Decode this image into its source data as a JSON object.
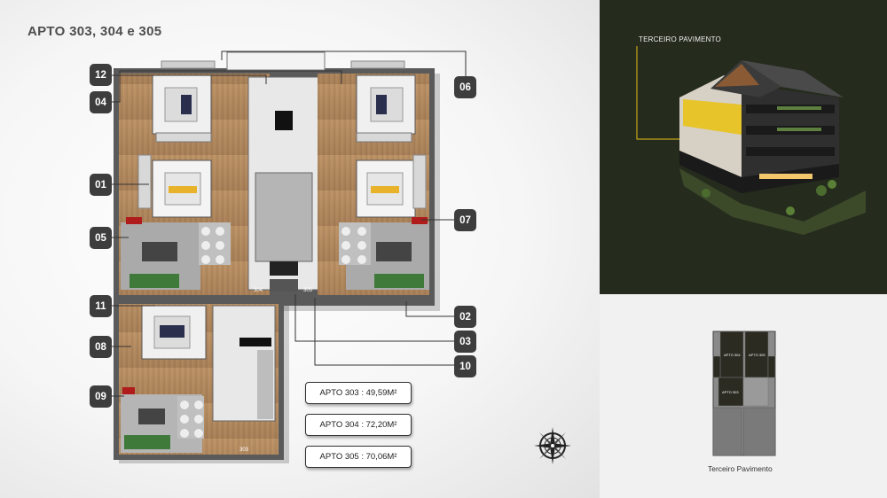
{
  "header": {
    "title": "APTO 303, 304 e 305"
  },
  "plan": {
    "apartment_numbers": {
      "apto_304": "304",
      "apto_305": "305",
      "apto_303": "303"
    },
    "callouts": [
      "12",
      "04",
      "01",
      "05",
      "11",
      "08",
      "09",
      "06",
      "07",
      "02",
      "03",
      "10"
    ]
  },
  "areas": [
    {
      "label": "APTO 303 : 49,59M²"
    },
    {
      "label": "APTO 304 : 72,20M²"
    },
    {
      "label": "APTO 305 : 70,06M²"
    }
  ],
  "building_render": {
    "floor_label": "TERCEIRO PAVIMENTO",
    "highlight_color": "#e8c21a"
  },
  "key_plan": {
    "units": {
      "a304": "APTO 304",
      "a305": "APTO 305",
      "a303": "APTO 303"
    },
    "caption": "Terceiro Pavimento"
  },
  "colors": {
    "callout": "#3d3d3d",
    "dark_panel": "#252b1d",
    "highlight": "#e8c21a",
    "wood": "#b08a62"
  },
  "icons": {
    "compass": "compass-rose-icon"
  }
}
